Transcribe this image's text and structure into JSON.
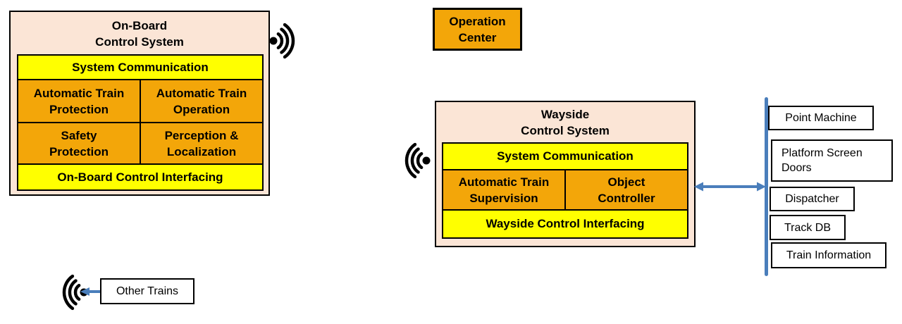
{
  "colors": {
    "panel_peach": "#FBE5D6",
    "bar_yellow": "#FFFF00",
    "cell_orange": "#F3A609",
    "connector_blue": "#4A7EBB",
    "border_black": "#000000"
  },
  "onboard_system": {
    "title_line1": "On-Board",
    "title_line2": "Control System",
    "comm_bar": "System Communication",
    "cells": [
      {
        "line1": "Automatic Train",
        "line2": "Protection"
      },
      {
        "line1": "Automatic Train",
        "line2": "Operation"
      },
      {
        "line1": "Safety",
        "line2": "Protection"
      },
      {
        "line1": "Perception &",
        "line2": "Localization"
      }
    ],
    "interfacing_bar": "On-Board Control Interfacing"
  },
  "operation_center": {
    "label_line1": "Operation",
    "label_line2": "Center"
  },
  "wayside_system": {
    "title_line1": "Wayside",
    "title_line2": "Control System",
    "comm_bar": "System Communication",
    "cells": [
      {
        "line1": "Automatic Train",
        "line2": "Supervision"
      },
      {
        "line1": "Object",
        "line2": "Controller"
      }
    ],
    "interfacing_bar": "Wayside Control Interfacing"
  },
  "field_elements": [
    "Point Machine",
    "Platform Screen Doors",
    "Dispatcher",
    "Track DB",
    "Train Information"
  ],
  "other_trains": {
    "label": "Other Trains"
  }
}
